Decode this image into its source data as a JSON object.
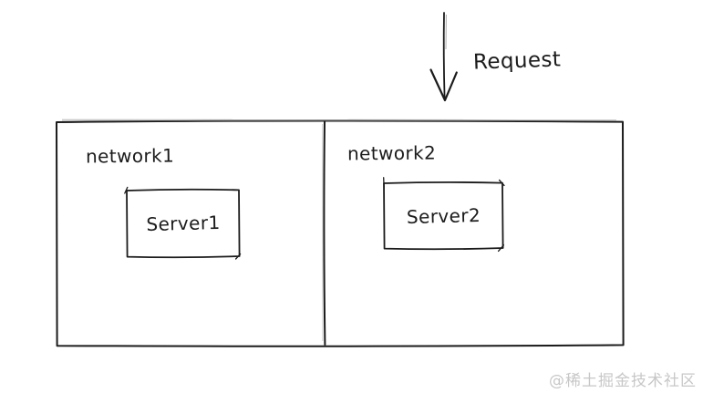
{
  "diagram": {
    "arrow_label": "Request",
    "networks": [
      {
        "label": "network1",
        "server_label": "Server1"
      },
      {
        "label": "network2",
        "server_label": "Server2"
      }
    ]
  },
  "watermark": "@稀土掘金技术社区",
  "colors": {
    "stroke": "#1b1b1b",
    "watermark": "#c7c7c7",
    "background": "#ffffff"
  }
}
